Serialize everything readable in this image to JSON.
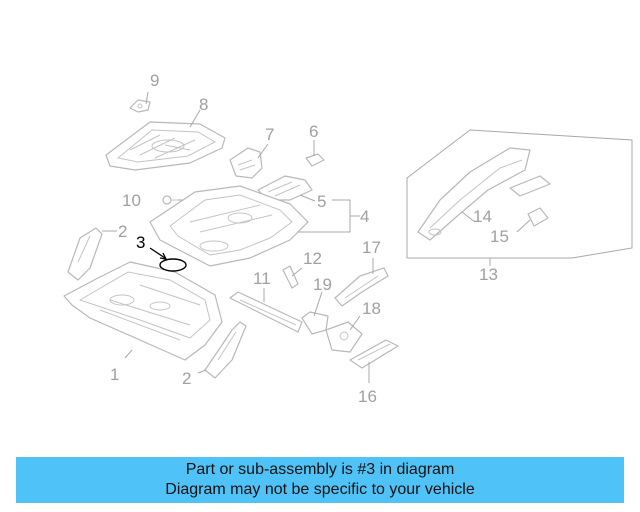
{
  "callouts": [
    "1",
    "2",
    "2",
    "3",
    "4",
    "5",
    "6",
    "7",
    "8",
    "9",
    "10",
    "11",
    "12",
    "13",
    "14",
    "15",
    "16",
    "17",
    "18",
    "19"
  ],
  "highlight_part": "3",
  "banner": {
    "line1": "Part or sub-assembly is #3 in diagram",
    "line2": "Diagram may not be specific to your vehicle",
    "color": "#4fc3f7"
  }
}
